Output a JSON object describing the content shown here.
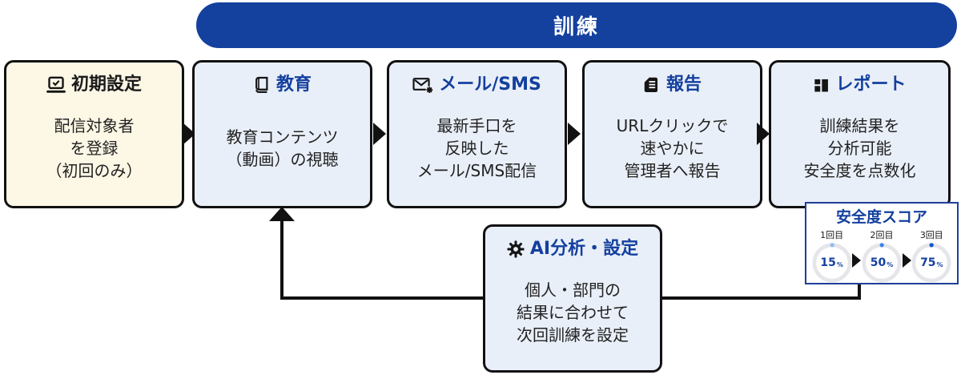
{
  "banner": {
    "label": "訓練"
  },
  "colors": {
    "banner_bg": "#14409e",
    "accent_text": "#14409e",
    "box_fill_blue": "#e9eff8",
    "box_fill_cream": "#fdf7e5",
    "border_black": "#111111",
    "panel_border": "#1f3f99"
  },
  "flow_boxes": [
    {
      "title": "初期設定",
      "icon": "laptop-check-icon",
      "lines": [
        "配信対象者",
        "を登録",
        "（初回のみ）"
      ]
    },
    {
      "title": "教育",
      "icon": "book-icon",
      "lines": [
        "教育コンテンツ",
        "（動画）の視聴"
      ]
    },
    {
      "title": "メール/SMS",
      "icon": "mail-star-icon",
      "lines": [
        "最新手口を",
        "反映した",
        "メール/SMS配信"
      ]
    },
    {
      "title": "報告",
      "icon": "document-icon",
      "lines": [
        "URLクリックで",
        "速やかに",
        "管理者へ報告"
      ]
    },
    {
      "title": "レポート",
      "icon": "dashboard-icon",
      "lines": [
        "訓練結果を",
        "分析可能",
        "安全度を点数化"
      ]
    }
  ],
  "ai_box": {
    "title": "AI分析・設定",
    "icon": "gear-icon",
    "lines": [
      "個人・部門の",
      "結果に合わせて",
      "次回訓練を設定"
    ]
  },
  "score_panel": {
    "title": "安全度スコア",
    "items": [
      {
        "label": "1回目",
        "value": 15,
        "unit": "%",
        "color": "#8cbdf3"
      },
      {
        "label": "2回目",
        "value": 50,
        "unit": "%",
        "color": "#3a83ea"
      },
      {
        "label": "3回目",
        "value": 75,
        "unit": "%",
        "color": "#0d55cc"
      }
    ]
  }
}
